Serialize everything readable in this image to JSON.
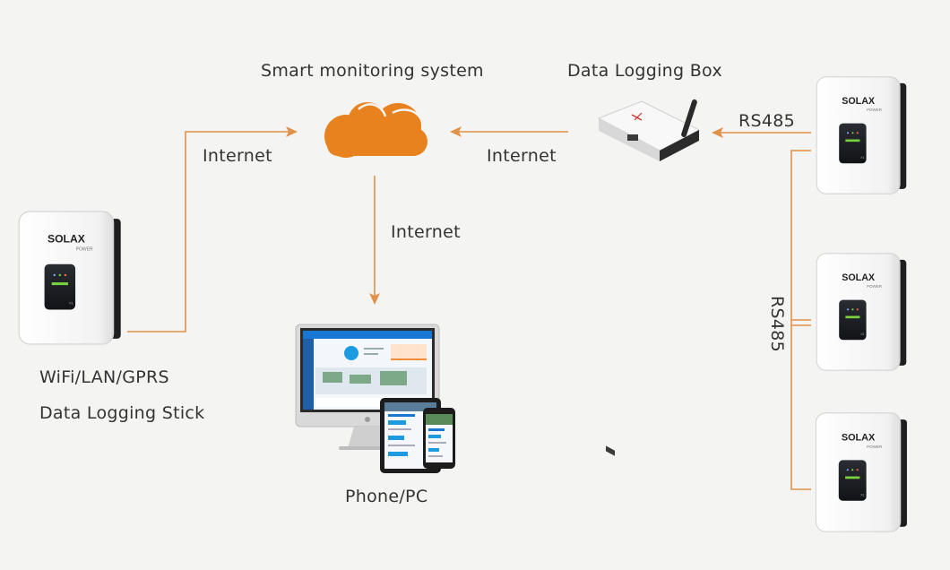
{
  "labels": {
    "smart_monitoring": "Smart monitoring system",
    "data_logging_box": "Data Logging Box",
    "rs485_top": "RS485",
    "rs485_vertical": "RS485",
    "internet_left": "Internet",
    "internet_right": "Internet",
    "internet_down": "Internet",
    "wifi": "WiFi/LAN/GPRS",
    "stick": "Data Logging Stick",
    "phone_pc": "Phone/PC"
  },
  "inverter": {
    "brand": "SOLAX",
    "sub": "POWER",
    "model": "X1"
  },
  "colors": {
    "accent": "#e8821e",
    "line": "#e0914a",
    "cloud": "#e8821e",
    "text": "#333333",
    "background": "#f4f4f3"
  },
  "icons": [
    "cloud-icon",
    "data-logging-box-icon",
    "inverter-icon",
    "imac-icon",
    "tablet-icon",
    "phone-icon"
  ]
}
